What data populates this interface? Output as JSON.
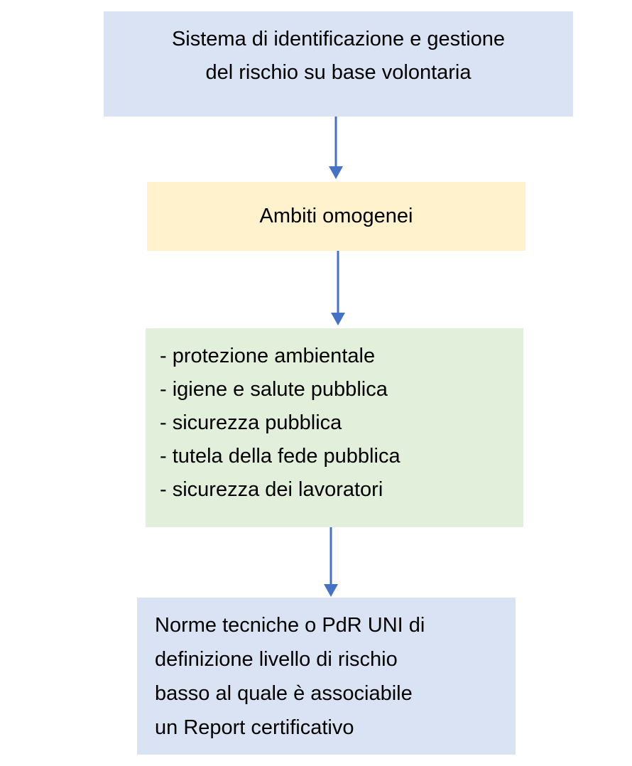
{
  "diagram": {
    "background_color": "#ffffff",
    "text_color": "#000000",
    "arrow_color": "#4472c4",
    "arrow_icon": "down-arrow",
    "boxes": {
      "top": {
        "bg": "#dae3f3",
        "lines": [
          "Sistema di identificazione e gestione",
          "del rischio su base volontaria"
        ]
      },
      "ambiti": {
        "bg": "#fff2cc",
        "label": "Ambiti omogenei"
      },
      "elenco": {
        "bg": "#e2efda",
        "items": [
          "- protezione ambientale",
          "- igiene e salute pubblica",
          "- sicurezza pubblica",
          "- tutela della fede pubblica",
          "- sicurezza dei lavoratori"
        ]
      },
      "norme": {
        "bg": "#dae3f3",
        "lines": [
          "Norme tecniche o PdR UNI di",
          "definizione livello di rischio",
          "basso al quale è associabile",
          "un Report certificativo"
        ]
      }
    }
  }
}
